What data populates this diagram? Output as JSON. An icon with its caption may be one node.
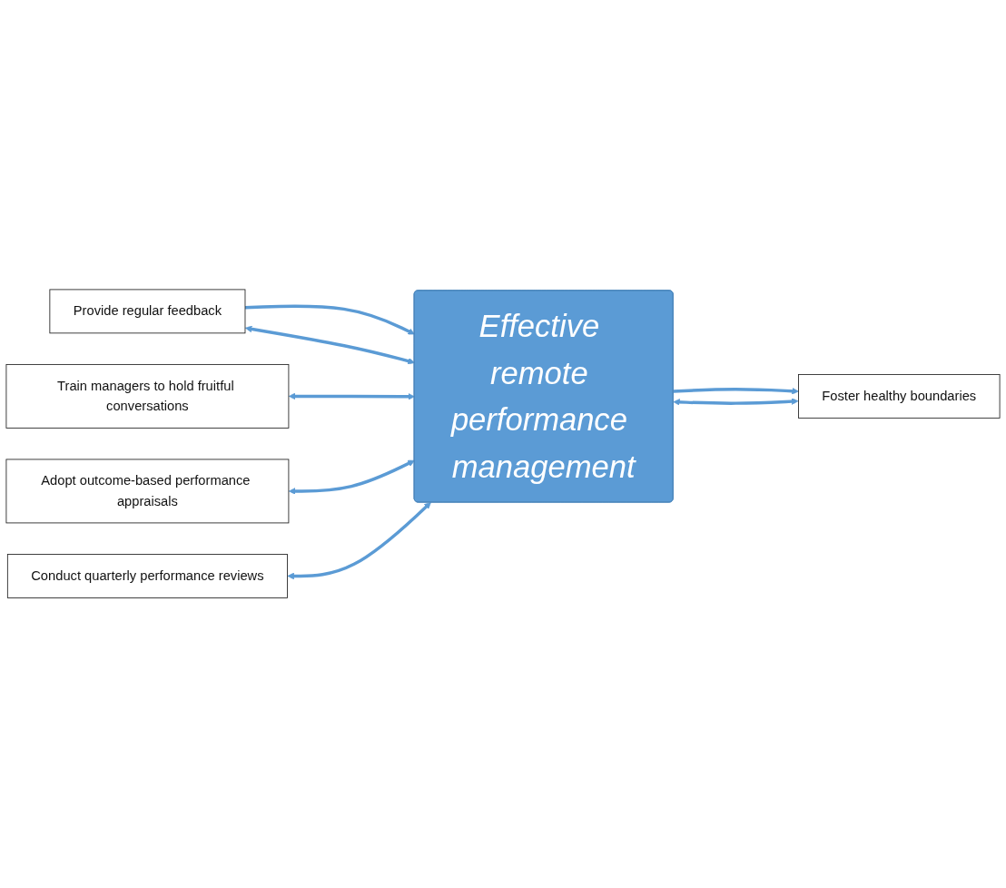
{
  "diagram": {
    "nodes": [
      {
        "text": [
          "Provide regular feedback"
        ]
      },
      {
        "text": [
          "Train managers to hold fruitful conversations"
        ]
      },
      {
        "text": [
          "Adopt outcome-based performance appraisals"
        ]
      },
      {
        "text": [
          "Conduct quarterly performance reviews"
        ]
      },
      {
        "text": [
          "Foster healthy boundaries"
        ]
      },
      {
        "text": [
          "Effective remote performance management"
        ]
      }
    ],
    "edges": [
      {
        "from": 0,
        "to": 5,
        "arrow": "to"
      },
      {
        "from": 0,
        "to": 5,
        "arrow": "both"
      },
      {
        "from": 1,
        "to": 5,
        "arrow": "both"
      },
      {
        "from": 2,
        "to": 5,
        "arrow": "both"
      },
      {
        "from": 3,
        "to": 5,
        "arrow": "both"
      },
      {
        "from": 4,
        "to": 5,
        "arrow": "both"
      },
      {
        "from": 5,
        "to": 4,
        "arrow": "to"
      }
    ]
  }
}
